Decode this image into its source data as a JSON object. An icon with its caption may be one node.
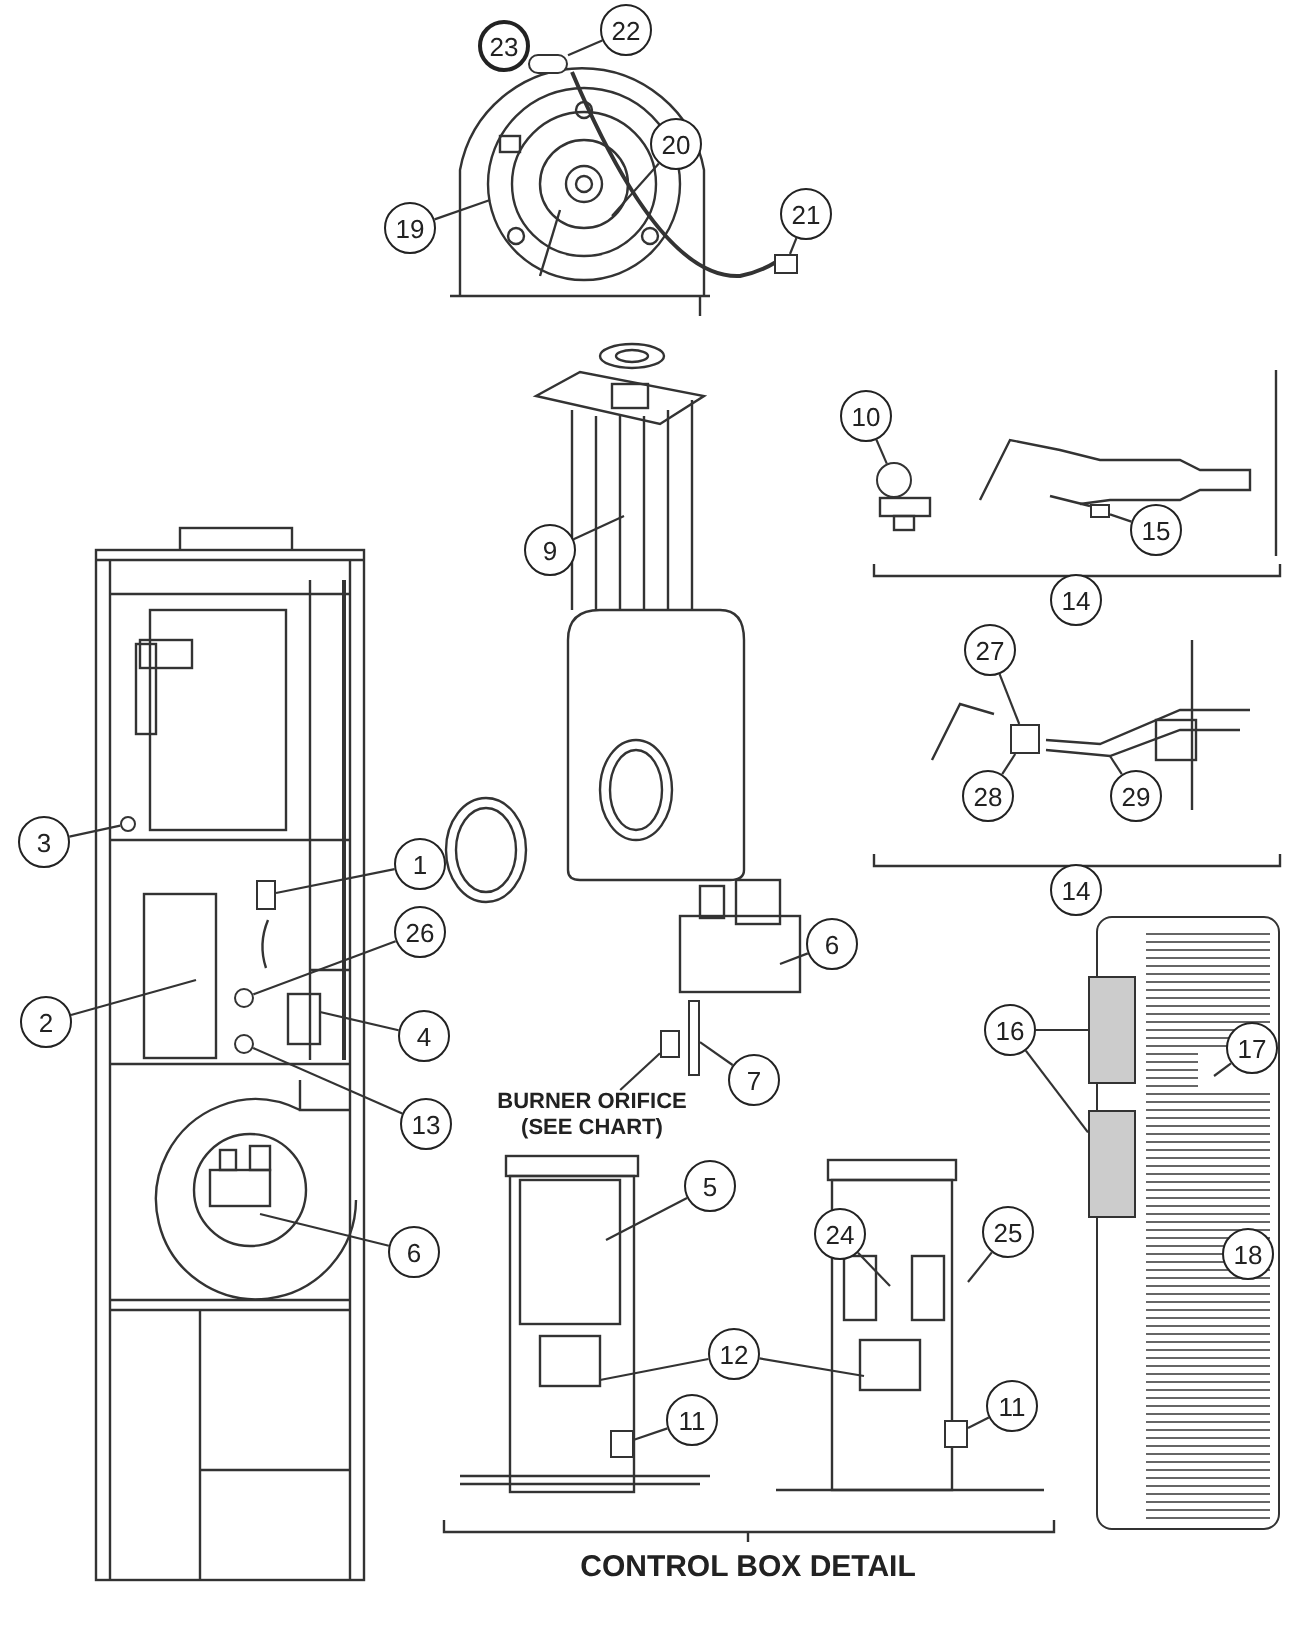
{
  "diagram": {
    "nodes": [
      {
        "text": [
          "22"
        ]
      },
      {
        "text": [
          "20"
        ]
      },
      {
        "text": [
          "19"
        ]
      },
      {
        "text": [
          "21"
        ]
      },
      {
        "text": [
          "9"
        ]
      },
      {
        "text": [
          "10"
        ]
      },
      {
        "text": [
          "15"
        ]
      },
      {
        "text": [
          "27"
        ]
      },
      {
        "text": [
          "28"
        ]
      },
      {
        "text": [
          "29"
        ]
      },
      {
        "text": [
          "3"
        ]
      },
      {
        "text": [
          "1"
        ]
      },
      {
        "text": [
          "26"
        ]
      },
      {
        "text": [
          "2"
        ]
      },
      {
        "text": [
          "4"
        ]
      },
      {
        "text": [
          "6"
        ]
      },
      {
        "text": [
          "7"
        ]
      },
      {
        "text": [
          "BURNER ORIFICE (SEE CHART)"
        ]
      },
      {
        "text": [
          "16"
        ]
      },
      {
        "text": [
          "17"
        ],
        "in": 31
      },
      {
        "text": [
          "13"
        ]
      },
      {
        "text": [
          "6"
        ]
      },
      {
        "text": [
          "5"
        ]
      },
      {
        "text": [
          "24"
        ]
      },
      {
        "text": [
          "25"
        ]
      },
      {
        "text": [
          "12"
        ]
      },
      {
        "text": [
          "11"
        ]
      },
      {
        "text": [
          "11"
        ]
      },
      {
        "text": [
          "23"
        ]
      },
      {
        "text": [
          "14"
        ]
      },
      {
        "text": [
          "14"
        ]
      },
      {
        "text": [],
        "shape": "picture"
      },
      {
        "text": [
          "18"
        ],
        "in": 31
      },
      {
        "text": [],
        "shape": "box"
      },
      {
        "text": [],
        "shape": "box"
      },
      {
        "text": [],
        "shape": "box"
      },
      {
        "text": [],
        "shape": "box"
      },
      {
        "text": [],
        "shape": "circle"
      },
      {
        "text": [],
        "shape": "box"
      },
      {
        "text": [],
        "shape": "box"
      },
      {
        "text": [],
        "shape": "circle"
      },
      {
        "text": [],
        "shape": "box"
      },
      {
        "text": [],
        "shape": "circle"
      },
      {
        "text": [],
        "shape": "circle"
      },
      {
        "text": [],
        "shape": "box"
      },
      {
        "text": [],
        "shape": "box"
      },
      {
        "text": [],
        "shape": "box"
      },
      {
        "text": [],
        "shape": "box"
      }
    ],
    "edges": [
      {
        "from": 0,
        "to": 35,
        "arrow": "none"
      },
      {
        "from": 1,
        "to": null,
        "arrow": "none"
      },
      {
        "from": 2,
        "to": null,
        "arrow": "none"
      },
      {
        "from": 3,
        "to": 36,
        "arrow": "none"
      },
      {
        "from": 4,
        "to": null,
        "arrow": "none"
      },
      {
        "from": 5,
        "to": 37,
        "arrow": "none"
      },
      {
        "from": 6,
        "to": 38,
        "arrow": "none"
      },
      {
        "from": 7,
        "to": 39,
        "arrow": "none"
      },
      {
        "from": 8,
        "to": 39,
        "arrow": "none"
      },
      {
        "from": 9,
        "to": null,
        "arrow": "none"
      },
      {
        "from": 10,
        "to": 40,
        "arrow": "none"
      },
      {
        "from": 11,
        "to": 41,
        "arrow": "none"
      },
      {
        "from": 12,
        "to": 42,
        "arrow": "none"
      },
      {
        "from": 13,
        "to": null,
        "arrow": "none"
      },
      {
        "from": 14,
        "to": null,
        "arrow": "none"
      },
      {
        "from": 15,
        "to": null,
        "arrow": "none"
      },
      {
        "from": 16,
        "to": 46,
        "arrow": "none"
      },
      {
        "from": 17,
        "to": 47,
        "arrow": "none"
      },
      {
        "from": 18,
        "to": 33,
        "arrow": "none"
      },
      {
        "from": 18,
        "to": 34,
        "arrow": "none"
      },
      {
        "from": 19,
        "to": 31,
        "arrow": "none"
      },
      {
        "from": 20,
        "to": 43,
        "arrow": "none"
      },
      {
        "from": 21,
        "to": null,
        "arrow": "none"
      },
      {
        "from": 22,
        "to": null,
        "arrow": "none"
      },
      {
        "from": 23,
        "to": null,
        "arrow": "none"
      },
      {
        "from": 24,
        "to": null,
        "arrow": "none"
      },
      {
        "from": 25,
        "to": null,
        "arrow": "none"
      },
      {
        "from": 25,
        "to": null,
        "arrow": "none"
      },
      {
        "from": 26,
        "to": 44,
        "arrow": "none"
      },
      {
        "from": 27,
        "to": 45,
        "arrow": "none"
      }
    ],
    "labels": [
      "CONTROL BOX DETAIL"
    ]
  }
}
